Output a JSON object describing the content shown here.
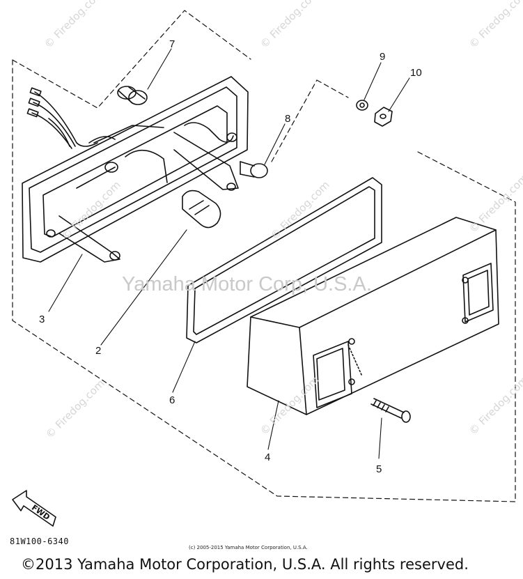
{
  "watermark": {
    "site": "© Firedog.com",
    "center": "Yamaha Motor Corp, U.S.A."
  },
  "callouts": [
    "7",
    "9",
    "10",
    "8",
    "3",
    "2",
    "6",
    "4",
    "5"
  ],
  "fwd_label": "FWD",
  "diagram_code": "81W100-6340",
  "small_copyright": "(c) 2005-2015 Yamaha Motor Corporation, U.S.A.",
  "copyright": "©2013 Yamaha Motor Corporation, U.S.A. All rights reserved.",
  "colors": {
    "line": "#111111",
    "watermark": "#d6d6d6"
  }
}
